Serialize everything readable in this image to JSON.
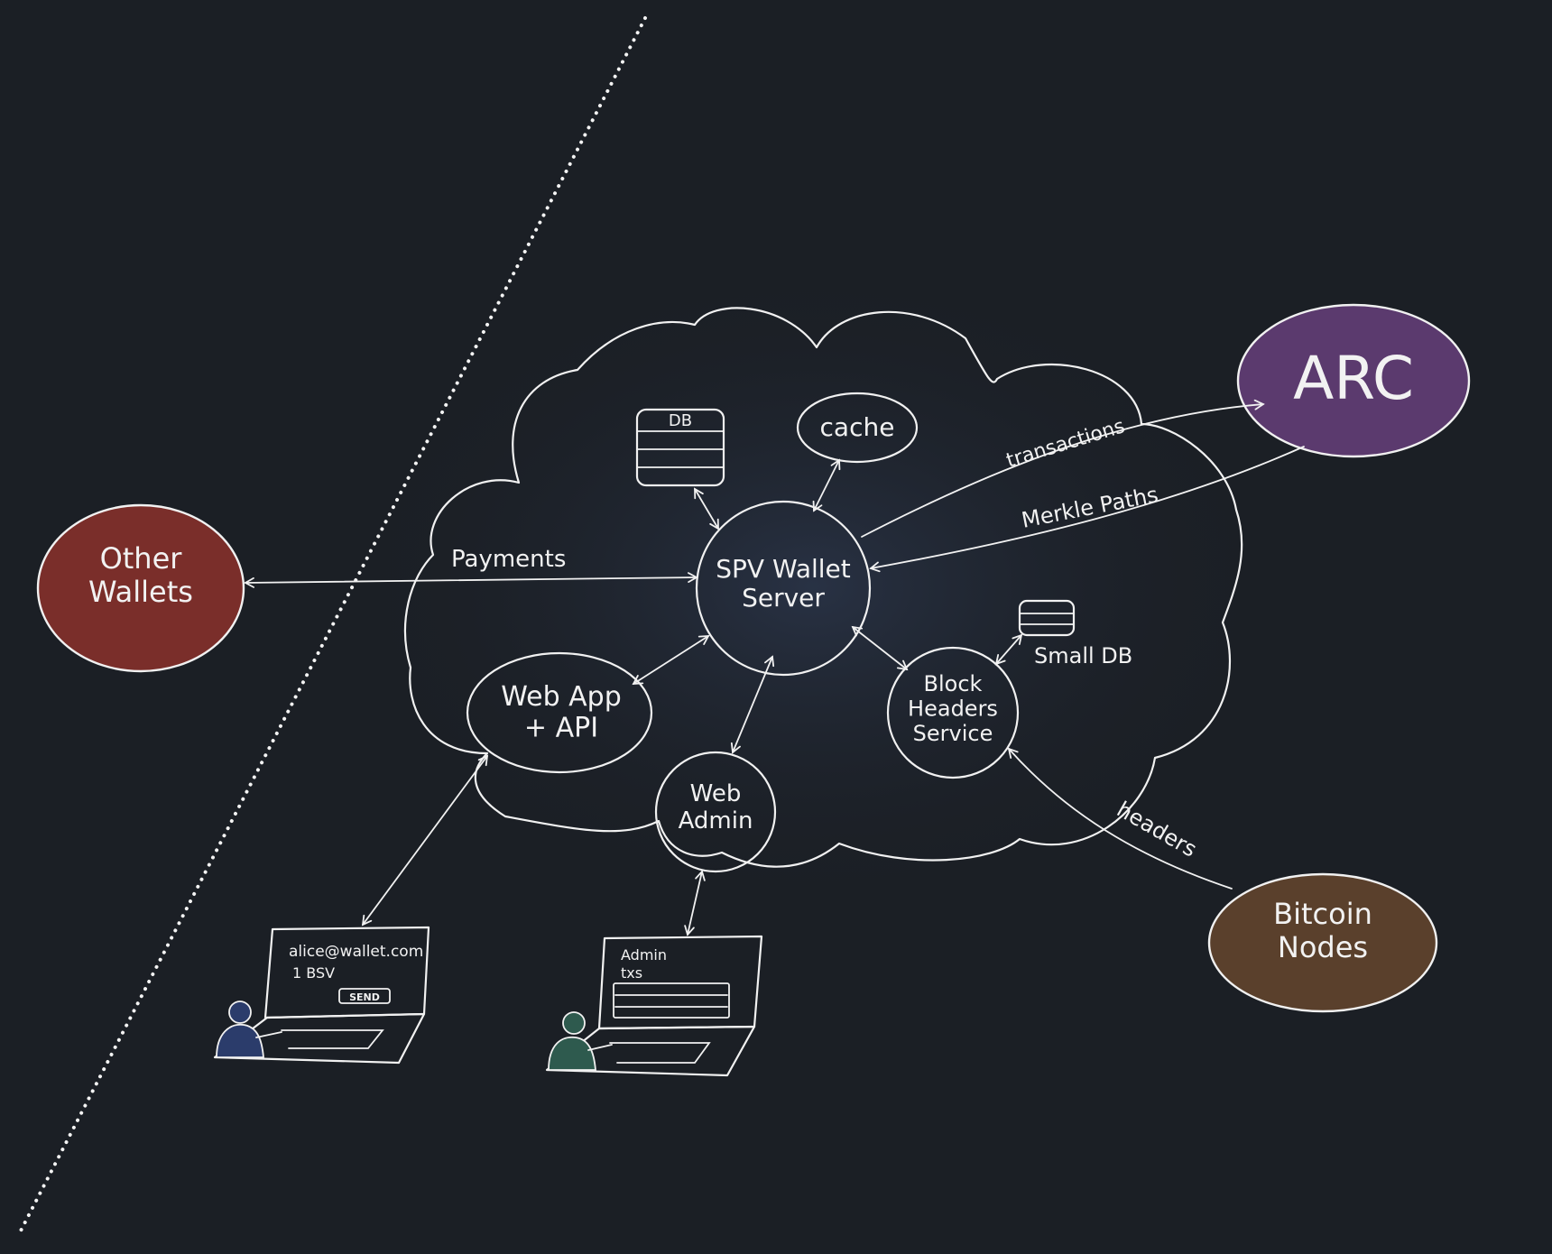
{
  "colors": {
    "background": "#1b1f25",
    "ink": "#f1f1f1",
    "arc_fill": "#5b3a6e",
    "other_wallets_fill": "#7a2e2a",
    "bitcoin_nodes_fill": "#5a402c",
    "user_person": "#2b3c6b",
    "admin_person": "#2e5a4e"
  },
  "nodes": {
    "spv_wallet_server": "SPV Wallet\nServer",
    "db": "DB",
    "cache": "cache",
    "web_app": "Web App\n+ API",
    "web_admin": "Web\nAdmin",
    "block_headers": "Block\nHeaders\nService",
    "small_db": "Small DB",
    "arc": "ARC",
    "other_wallets": "Other\nWallets",
    "bitcoin_nodes": "Bitcoin\nNodes"
  },
  "edge_labels": {
    "payments": "Payments",
    "transactions": "transactions",
    "merkle_paths": "Merkle Paths",
    "headers": "headers"
  },
  "user_laptop": {
    "email": "alice@wallet.com",
    "amount": "1 BSV",
    "send_button": "SEND"
  },
  "admin_laptop": {
    "title": "Admin",
    "subtitle": "txs"
  }
}
